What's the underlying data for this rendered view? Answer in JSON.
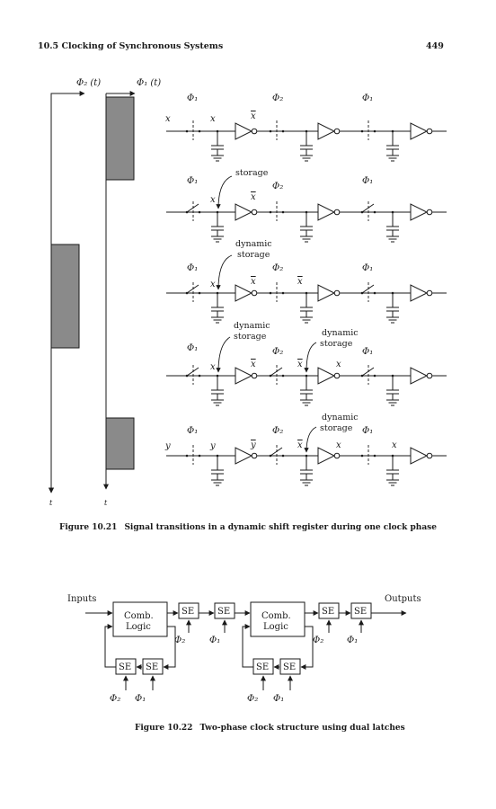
{
  "header": {
    "section": "10.5  Clocking of Synchronous Systems",
    "page_number": "449"
  },
  "fig1": {
    "phase2_label": "Φ₂ (t)",
    "phase1_label": "Φ₁ (t)",
    "time_label": "t",
    "phi1": "Φ₁",
    "phi2": "Φ₂",
    "sig_x": "x",
    "sig_y": "y",
    "storage": "storage",
    "dynamic": "dynamic",
    "caption_label": "Figure 10.21",
    "caption_text": "Signal transitions in a dynamic shift register during one clock phase"
  },
  "fig2": {
    "inputs": "Inputs",
    "outputs": "Outputs",
    "comb": "Comb.",
    "logic": "Logic",
    "se": "SE",
    "phi1": "Φ₁",
    "phi2": "Φ₂",
    "caption_label": "Figure 10.22",
    "caption_text": "Two-phase clock structure using dual latches"
  }
}
